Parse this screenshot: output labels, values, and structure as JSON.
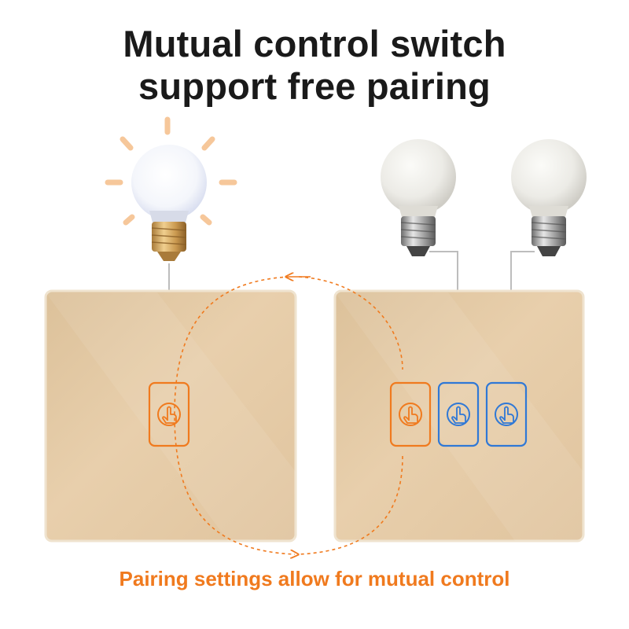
{
  "title": {
    "line1": "Mutual control switch",
    "line2": "support free pairing"
  },
  "caption": "Pairing settings allow for mutual control",
  "colors": {
    "text": "#1a1a1a",
    "accent_orange": "#f07a1e",
    "accent_blue": "#2f78d6",
    "panel_gold": "#e5c9a2",
    "wire": "#bdbdbd",
    "light_rays": "#f6c79a"
  },
  "panels": [
    {
      "name": "single-gang-switch-panel",
      "buttons": [
        {
          "role": "paired",
          "color": "orange",
          "icon": "touch-icon"
        }
      ]
    },
    {
      "name": "three-gang-switch-panel",
      "buttons": [
        {
          "role": "paired",
          "color": "orange",
          "icon": "touch-icon"
        },
        {
          "role": "standard",
          "color": "blue",
          "icon": "touch-icon"
        },
        {
          "role": "standard",
          "color": "blue",
          "icon": "touch-icon"
        }
      ]
    }
  ],
  "bulbs": [
    {
      "name": "bulb-lit",
      "state": "on"
    },
    {
      "name": "bulb-off-1",
      "state": "off"
    },
    {
      "name": "bulb-off-2",
      "state": "off"
    }
  ]
}
